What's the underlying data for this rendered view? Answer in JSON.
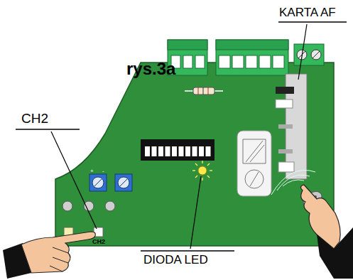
{
  "diagram": {
    "labels": [
      "KARTA AF",
      "rys.3a",
      "CH2",
      "CH2",
      "DIODA LED"
    ]
  }
}
